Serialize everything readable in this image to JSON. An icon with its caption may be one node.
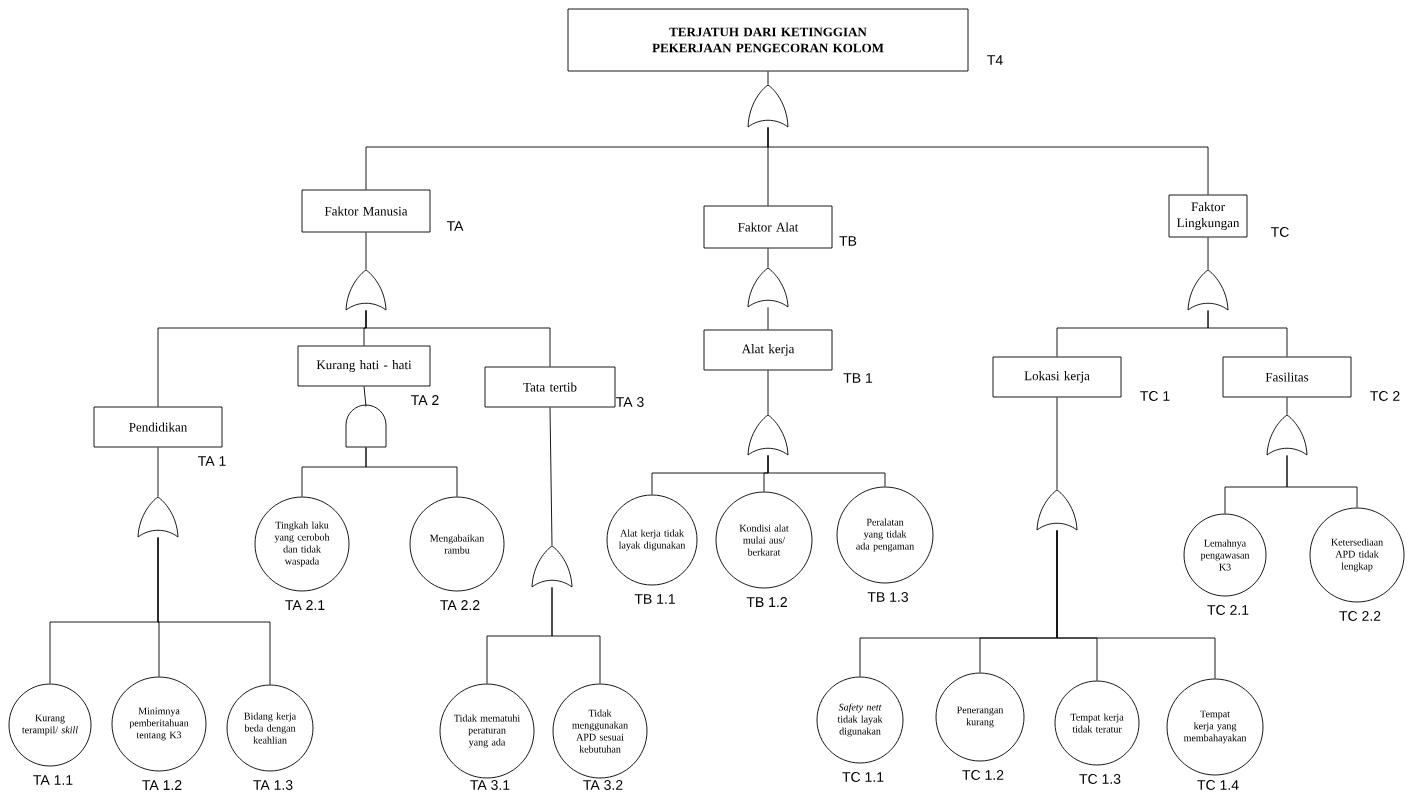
{
  "diagram": {
    "nodes": [
      {
        "text": [
          "TERJATUH DARI KETINGGIAN PEKERJAAN PENGECORAN KOLOM"
        ],
        "beside": [
          "T4"
        ]
      },
      {
        "text": [],
        "shape": "or-gate"
      },
      {
        "text": [
          "Faktor Manusia"
        ],
        "beside": [
          "TA"
        ]
      },
      {
        "text": [
          "Faktor Alat"
        ],
        "beside": [
          "TB"
        ]
      },
      {
        "text": [
          "Faktor Lingkungan"
        ],
        "beside": [
          "TC"
        ]
      },
      {
        "text": [],
        "shape": "or-gate"
      },
      {
        "text": [],
        "shape": "or-gate"
      },
      {
        "text": [],
        "shape": "or-gate"
      },
      {
        "text": [
          "Kurang hati - hati"
        ],
        "beside": [
          "TA 2"
        ]
      },
      {
        "text": [
          "Alat kerja"
        ],
        "beside": [
          "TB 1"
        ]
      },
      {
        "text": [
          "Tata tertib"
        ],
        "beside": [
          "TA 3"
        ]
      },
      {
        "text": [
          "Pendidikan"
        ],
        "beside": [
          "TA 1"
        ]
      },
      {
        "text": [
          "Lokasi kerja"
        ],
        "beside": [
          "TC 1"
        ]
      },
      {
        "text": [
          "Fasilitas"
        ],
        "beside": [
          "TC 2"
        ]
      },
      {
        "text": [],
        "shape": "and-gate"
      },
      {
        "text": [],
        "shape": "or-gate"
      },
      {
        "text": [],
        "shape": "or-gate"
      },
      {
        "text": [],
        "shape": "or-gate"
      },
      {
        "text": [],
        "shape": "or-gate"
      },
      {
        "text": [],
        "shape": "or-gate"
      },
      {
        "text": [
          "Tingkah laku yang ceroboh dan tidak waspada"
        ],
        "beside": [
          "TA 2.1"
        ]
      },
      {
        "text": [
          "Mengabaikan rambu"
        ],
        "beside": [
          "TA 2.2"
        ]
      },
      {
        "text": [
          "Alat kerja tidak layak digunakan"
        ],
        "beside": [
          "TB 1.1"
        ]
      },
      {
        "text": [
          "Kondisi alat mulai aus/ berkarat"
        ],
        "beside": [
          "TB 1.2"
        ]
      },
      {
        "text": [
          "Peralatan yang tidak ada pengaman"
        ],
        "beside": [
          "TB 1.3"
        ]
      },
      {
        "text": [
          "Lemahnya pengawasan K3"
        ],
        "beside": [
          "TC 2.1"
        ]
      },
      {
        "text": [
          "Ketersediaan APD tidak lengkap"
        ],
        "beside": [
          "TC 2.2"
        ]
      },
      {
        "text": [
          "Kurang terampil/ *skill*"
        ],
        "beside": [
          "TA 1.1"
        ]
      },
      {
        "text": [
          "Minimnya pemberitahuan tentang K3"
        ],
        "beside": [
          "TA 1.2"
        ]
      },
      {
        "text": [
          "Bidang kerja beda dengan keahlian"
        ],
        "beside": [
          "TA 1.3"
        ]
      },
      {
        "text": [
          "Tidak mematuhi peraturan yang ada"
        ],
        "beside": [
          "TA 3.1"
        ]
      },
      {
        "text": [
          "Tidak menggunakan APD sesuai kebutuhan"
        ],
        "beside": [
          "TA 3.2"
        ]
      },
      {
        "text": [
          "*Safety nett* tidak layak digunakan"
        ],
        "beside": [
          "TC 1.1"
        ]
      },
      {
        "text": [
          "Penerangan kurang"
        ],
        "beside": [
          "TC 1.2"
        ]
      },
      {
        "text": [
          "Tempat kerja tidak teratur"
        ],
        "beside": [
          "TC 1.3"
        ]
      },
      {
        "text": [
          "Tempat kerja yang membahayakan"
        ],
        "beside": [
          "TC 1.4"
        ]
      }
    ],
    "edges": [
      {
        "from": 0,
        "to": 1,
        "arrow": "none"
      },
      {
        "from": 1,
        "to": 2,
        "arrow": "none"
      },
      {
        "from": 1,
        "to": 3,
        "arrow": "none"
      },
      {
        "from": 1,
        "to": 4,
        "arrow": "none"
      },
      {
        "from": 2,
        "to": 5,
        "arrow": "none"
      },
      {
        "from": 3,
        "to": 6,
        "arrow": "none"
      },
      {
        "from": 4,
        "to": 7,
        "arrow": "none"
      },
      {
        "from": 5,
        "to": 11,
        "arrow": "none"
      },
      {
        "from": 5,
        "to": 8,
        "arrow": "none"
      },
      {
        "from": 5,
        "to": 10,
        "arrow": "none"
      },
      {
        "from": 6,
        "to": 9,
        "arrow": "none"
      },
      {
        "from": 7,
        "to": 12,
        "arrow": "none"
      },
      {
        "from": 7,
        "to": 13,
        "arrow": "none"
      },
      {
        "from": 8,
        "to": 14,
        "arrow": "none"
      },
      {
        "from": 9,
        "to": 15,
        "arrow": "none"
      },
      {
        "from": 13,
        "to": 16,
        "arrow": "none"
      },
      {
        "from": 11,
        "to": 17,
        "arrow": "none"
      },
      {
        "from": 10,
        "to": 18,
        "arrow": "none"
      },
      {
        "from": 12,
        "to": 19,
        "arrow": "none"
      },
      {
        "from": 14,
        "to": 20,
        "arrow": "none"
      },
      {
        "from": 14,
        "to": 21,
        "arrow": "none"
      },
      {
        "from": 15,
        "to": 22,
        "arrow": "none"
      },
      {
        "from": 15,
        "to": 23,
        "arrow": "none"
      },
      {
        "from": 15,
        "to": 24,
        "arrow": "none"
      },
      {
        "from": 16,
        "to": 25,
        "arrow": "none"
      },
      {
        "from": 16,
        "to": 26,
        "arrow": "none"
      },
      {
        "from": 17,
        "to": 27,
        "arrow": "none"
      },
      {
        "from": 17,
        "to": 28,
        "arrow": "none"
      },
      {
        "from": 17,
        "to": 29,
        "arrow": "none"
      },
      {
        "from": 18,
        "to": 30,
        "arrow": "none"
      },
      {
        "from": 18,
        "to": 31,
        "arrow": "none"
      },
      {
        "from": 19,
        "to": 32,
        "arrow": "none"
      },
      {
        "from": 19,
        "to": 33,
        "arrow": "none"
      },
      {
        "from": 19,
        "to": 34,
        "arrow": "none"
      },
      {
        "from": 19,
        "to": 35,
        "arrow": "none"
      }
    ]
  }
}
